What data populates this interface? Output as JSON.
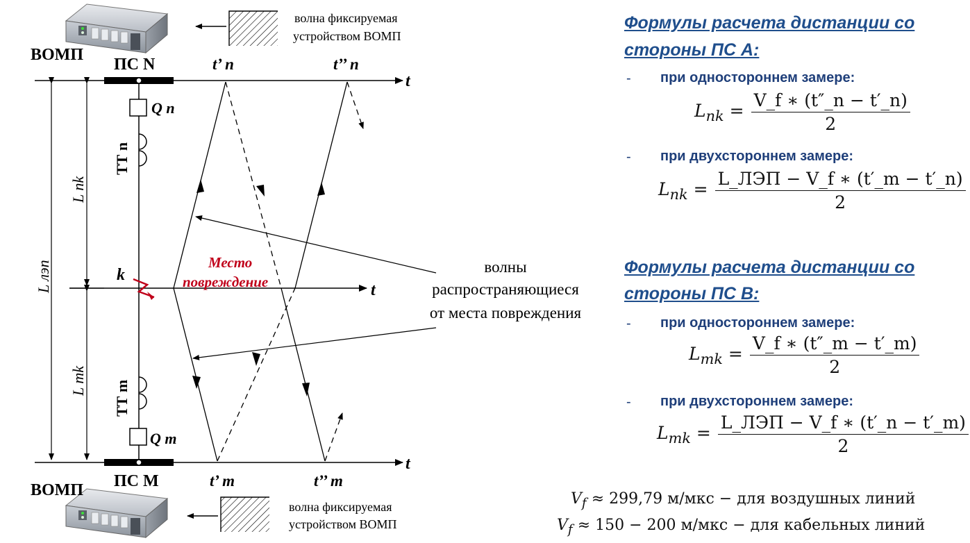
{
  "diagram": {
    "vomp_top": "ВОМП",
    "vomp_bottom": "ВОМП",
    "ps_n": "ПС N",
    "ps_m": "ПС M",
    "t_n1": "t’ n",
    "t_n2": "t’’ n",
    "t_m1": "t’ m",
    "t_m2": "t’’ m",
    "t_axis_top": "t",
    "t_axis_mid": "t",
    "t_axis_bottom": "t",
    "q_n": "Q n",
    "q_m": "Q m",
    "tt_n": "ТТ n",
    "tt_m": "ТТ m",
    "l_nk": "L nk",
    "l_mk": "L mk",
    "l_lep": "L лэп",
    "k_label": "k",
    "fault_line1": "Место",
    "fault_line2": "повреждение",
    "waves_line1": "волны",
    "waves_line2": "распространяющиеся",
    "waves_line3": "от места повреждения",
    "legend_top_line1": "волна фиксируемая",
    "legend_top_line2": "устройством ВОМП",
    "legend_bottom_line1": "волна фиксируемая",
    "legend_bottom_line2": "устройством ВОМП"
  },
  "formulas_a": {
    "heading_line1": "Формулы расчета дистанции со",
    "heading_line2": "стороны ПС А:",
    "dash": "-",
    "one_side_label": "при одностороннем замере:",
    "two_side_label": "при двухстороннем замере:",
    "f1_lhs": "L",
    "f1_lhs_sub": "nk",
    "f1_num": "V_f ∗ (t″_n − t′_n)",
    "f1_den": "2",
    "f2_lhs": "L",
    "f2_lhs_sub": "nk",
    "f2_num": "L_ЛЭП − V_f ∗ (t′_m − t′_n)",
    "f2_den": "2"
  },
  "formulas_b": {
    "heading_line1": "Формулы расчета дистанции со",
    "heading_line2": "стороны ПС В:",
    "dash": "-",
    "one_side_label": "при одностороннем замере:",
    "two_side_label": "при двухстороннем замере:",
    "f1_lhs": "L",
    "f1_lhs_sub": "mk",
    "f1_num": "V_f ∗ (t″_m − t′_m)",
    "f1_den": "2",
    "f2_lhs": "L",
    "f2_lhs_sub": "mk",
    "f2_num": "L_ЛЭП − V_f ∗ (t′_n − t′_m)",
    "f2_den": "2"
  },
  "notes": {
    "air_value": "≈ 299,79 м/мкс −",
    "air_text": "для воздушных линий",
    "cable_value": "≈ 150  − 200 м/мкс −",
    "cable_text": "для кабельных линий",
    "vf": "V",
    "vf_sub": "f"
  },
  "colors": {
    "heading": "#1f4e8c",
    "fault_text": "#c0001a",
    "line": "#000000"
  },
  "icons": [
    "server-icon",
    "hatched-wave-icon",
    "fault-bolt-icon"
  ]
}
